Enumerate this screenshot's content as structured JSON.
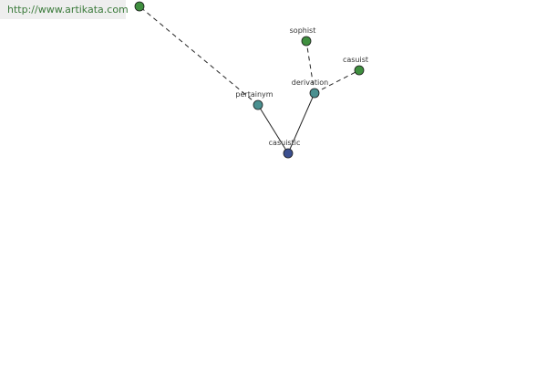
{
  "site": {
    "url": "http://www.artikata.com"
  },
  "graph": {
    "nodes": [
      {
        "id": "offscreen",
        "label": "",
        "role": "leaf"
      },
      {
        "id": "pertainym",
        "label": "pertainym",
        "role": "relation"
      },
      {
        "id": "casuistic",
        "label": "casuistic",
        "role": "root"
      },
      {
        "id": "derivation",
        "label": "derivation",
        "role": "relation"
      },
      {
        "id": "sophist",
        "label": "sophist",
        "role": "leaf"
      },
      {
        "id": "casuist",
        "label": "casuist",
        "role": "leaf"
      }
    ],
    "edges": [
      {
        "from": "casuistic",
        "to": "pertainym",
        "style": "solid"
      },
      {
        "from": "casuistic",
        "to": "derivation",
        "style": "solid"
      },
      {
        "from": "pertainym",
        "to": "offscreen",
        "style": "dashed"
      },
      {
        "from": "derivation",
        "to": "sophist",
        "style": "dashed"
      },
      {
        "from": "derivation",
        "to": "casuist",
        "style": "dashed"
      }
    ],
    "colors": {
      "root": "#3b4f8f",
      "relation": "#4a9090",
      "leaf": "#3f8f3f",
      "stroke": "#222222",
      "url_text": "#3a7a3a"
    }
  }
}
